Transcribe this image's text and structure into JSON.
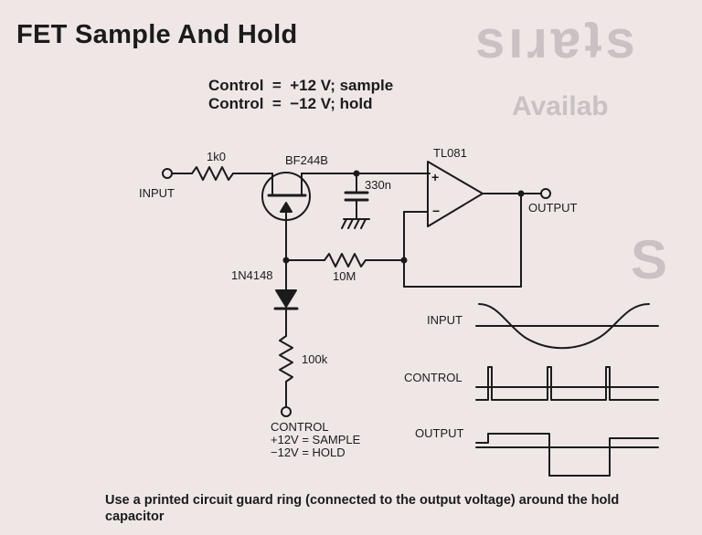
{
  "title": "FET Sample And Hold",
  "control_notes": [
    "Control  =  +12 V; sample",
    "Control  =  −12 V; hold"
  ],
  "components": {
    "input_label": "INPUT",
    "r1": "1k0",
    "fet": "BF244B",
    "cap": "330n",
    "opamp": "TL081",
    "output_label": "OUTPUT",
    "diode": "1N4148",
    "r_feedback": "10M",
    "r_control": "100k",
    "plus": "+",
    "minus": "−"
  },
  "control_block": [
    "CONTROL",
    "+12V = SAMPLE",
    "−12V = HOLD"
  ],
  "waveforms": {
    "input": "INPUT",
    "control": "CONTROL",
    "output": "OUTPUT"
  },
  "caption": "Use a printed circuit guard ring (connected to the output voltage) around the hold capacitor",
  "colors": {
    "ink": "#1b1b1b",
    "paper": "#efe7e6",
    "bleed": "#c9c1c2"
  }
}
